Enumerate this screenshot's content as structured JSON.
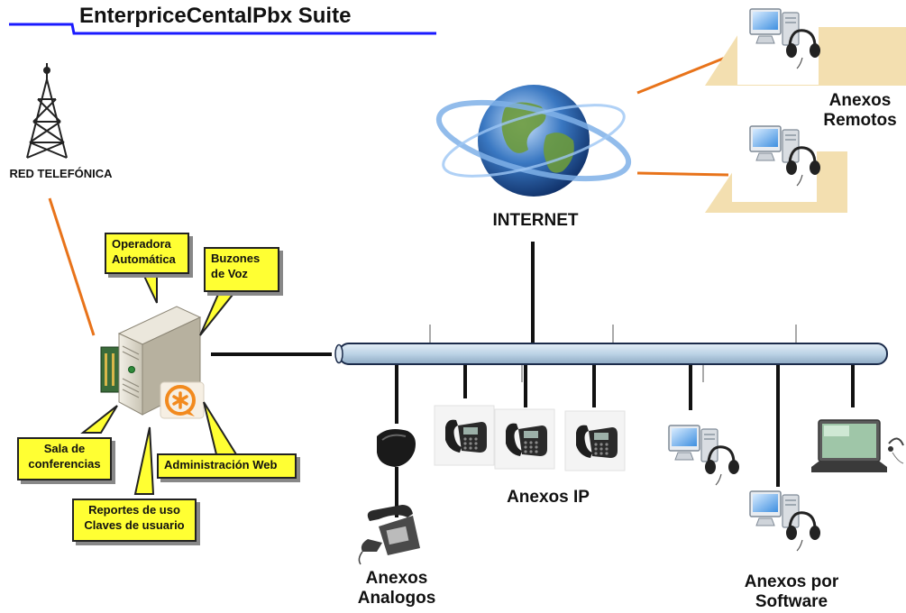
{
  "title": "EnterpriceCentalPbx Suite",
  "labels": {
    "pstn": "RED TELEFÓNICA",
    "internet": "INTERNET",
    "remote_line1": "Anexos",
    "remote_line2": "Remotos",
    "ip_extensions": "Anexos IP",
    "analog_line1": "Anexos",
    "analog_line2": "Analogos",
    "software_line1": "Anexos por",
    "software_line2": "Software"
  },
  "callouts": {
    "ivr_line1": "Operadora",
    "ivr_line2": "Automática",
    "voicemail_line1": "Buzones",
    "voicemail_line2": "de Voz",
    "conference_line1": "Sala de",
    "conference_line2": "conferencias",
    "web_admin": "Administración Web",
    "reports_line1": "Reportes de uso",
    "reports_line2": "Claves de usuario"
  },
  "colors": {
    "title_underline": "#1a1aff",
    "link_orange": "#e8731a",
    "bus_fill": "#bcd3e6",
    "callout_fill": "#ffff33",
    "desk_beige": "#f3dfb0"
  },
  "icons": [
    "radio-tower-icon",
    "server-icon",
    "asterisk-logo-icon",
    "globe-icon",
    "desktop-pc-icon",
    "headset-icon",
    "ip-phone-icon",
    "analog-phone-icon",
    "ata-adapter-icon",
    "laptop-icon"
  ]
}
